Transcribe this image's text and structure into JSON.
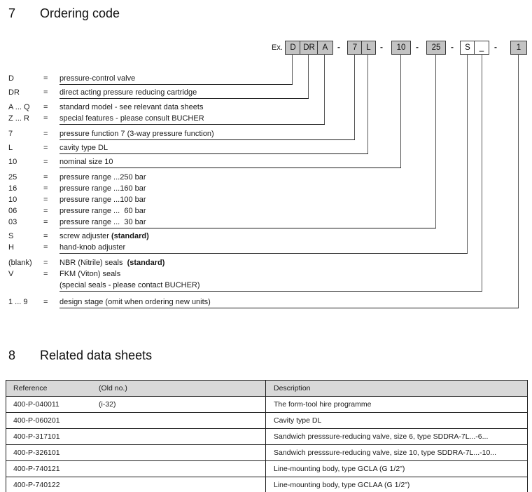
{
  "colors": {
    "box_gray": "#c3c3c3",
    "box_border": "#3a3a3a",
    "table_header_bg": "#d8d8d8",
    "line_dark": "#1c1c1c",
    "line_gray": "#565656"
  },
  "section7": {
    "number": "7",
    "title": "Ordering code",
    "example_label": "Ex.",
    "boxes": [
      {
        "label": "D",
        "variant": "gray",
        "name": "d"
      },
      {
        "label": "DR",
        "variant": "gray",
        "name": "dr"
      },
      {
        "label": "A",
        "variant": "gray",
        "name": "a"
      },
      {
        "label": "-",
        "variant": "dash",
        "name": "dash-1"
      },
      {
        "label": "7",
        "variant": "gray",
        "name": "7"
      },
      {
        "label": "L",
        "variant": "gray",
        "name": "l"
      },
      {
        "label": "-",
        "variant": "dash",
        "name": "dash-2"
      },
      {
        "label": "10",
        "variant": "gray",
        "name": "10"
      },
      {
        "label": "-",
        "variant": "dash",
        "name": "dash-3"
      },
      {
        "label": "25",
        "variant": "gray",
        "name": "25"
      },
      {
        "label": "-",
        "variant": "dash",
        "name": "dash-4"
      },
      {
        "label": "S",
        "variant": "white",
        "name": "s"
      },
      {
        "label": "_",
        "variant": "white",
        "name": "seal-blank"
      },
      {
        "label": "-",
        "variant": "dash",
        "name": "dash-5"
      },
      {
        "label": "1",
        "variant": "gray",
        "name": "1"
      }
    ],
    "items": [
      {
        "code": "D",
        "eq": "=",
        "desc": "pressure-control valve"
      },
      {
        "code": "DR",
        "eq": "=",
        "desc": "direct acting pressure reducing cartridge"
      },
      {
        "code": "A ... Q",
        "eq": "=",
        "desc": "standard model - see relevant data sheets"
      },
      {
        "code": "Z ... R",
        "eq": "=",
        "desc": "special features - please consult BUCHER"
      },
      {
        "code": "7",
        "eq": "=",
        "desc": "pressure function 7 (3-way pressure function)"
      },
      {
        "code": "L",
        "eq": "=",
        "desc": "cavity type DL"
      },
      {
        "code": "10",
        "eq": "=",
        "desc": "nominal size 10"
      },
      {
        "code": "25",
        "eq": "=",
        "desc": "pressure range ...250 bar"
      },
      {
        "code": "16",
        "eq": "=",
        "desc": "pressure range ...160 bar"
      },
      {
        "code": "10",
        "eq": "=",
        "desc": "pressure range ...100 bar"
      },
      {
        "code": "06",
        "eq": "=",
        "desc": "pressure range ...  60 bar"
      },
      {
        "code": "03",
        "eq": "=",
        "desc": "pressure range ...  30 bar"
      },
      {
        "code": "S",
        "eq": "=",
        "desc": "screw adjuster ",
        "desc_bold": "(standard)"
      },
      {
        "code": "H",
        "eq": "=",
        "desc": "hand-knob adjuster"
      },
      {
        "code": "(blank)",
        "eq": "=",
        "desc": "NBR (Nitrile) seals  ",
        "desc_bold": "(standard)"
      },
      {
        "code": "V",
        "eq": "=",
        "desc": "FKM (Viton) seals"
      },
      {
        "code": "",
        "eq": "",
        "desc": "(special seals - please contact BUCHER)"
      },
      {
        "code": "1 ... 9",
        "eq": "=",
        "desc": "design stage (omit when ordering new units)"
      }
    ]
  },
  "section8": {
    "number": "8",
    "title": "Related data sheets",
    "table": {
      "headers": [
        "Reference",
        "(Old no.)",
        "Description"
      ],
      "rows": [
        {
          "reference": "400-P-040011",
          "old_no": "(i-32)",
          "description": "The form-tool hire programme"
        },
        {
          "reference": "400-P-060201",
          "old_no": "",
          "description": "Cavity type DL"
        },
        {
          "reference": "400-P-317101",
          "old_no": "",
          "description": "Sandwich presssure-reducing valve, size 6, type SDDRA-7L...-6..."
        },
        {
          "reference": "400-P-326101",
          "old_no": "",
          "description": "Sandwich presssure-reducing valve, size 10, type SDDRA-7L...-10..."
        },
        {
          "reference": "400-P-740121",
          "old_no": "",
          "description": "Line-mounting body, type GCLA (G 1/2\")"
        },
        {
          "reference": "400-P-740122",
          "old_no": "",
          "description": "Line-mounting body, type GCLAA (G 1/2\")"
        }
      ]
    }
  }
}
